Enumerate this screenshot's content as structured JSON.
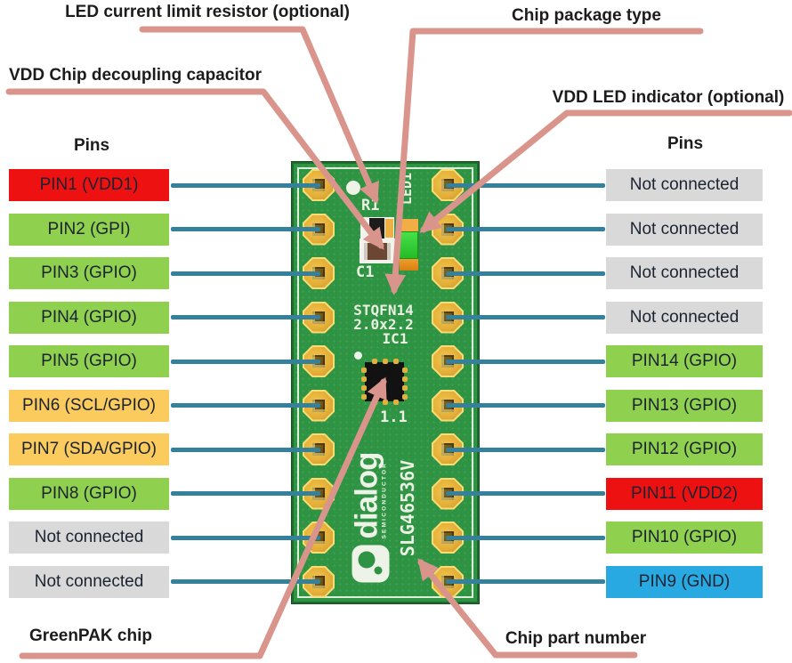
{
  "annotations": {
    "led_resistor": "LED current limit resistor (optional)",
    "chip_package": "Chip package type",
    "vdd_cap": "VDD Chip decoupling capacitor",
    "vdd_led": "VDD LED indicator (optional)",
    "greenpak_chip": "GreenPAK chip",
    "chip_part_number": "Chip part number"
  },
  "headers": {
    "left": "Pins",
    "right": "Pins"
  },
  "pins": {
    "left": [
      {
        "label": "PIN1 (VDD1)",
        "type": "power"
      },
      {
        "label": "PIN2 (GPI)",
        "type": "io"
      },
      {
        "label": "PIN3 (GPIO)",
        "type": "io"
      },
      {
        "label": "PIN4 (GPIO)",
        "type": "io"
      },
      {
        "label": "PIN5 (GPIO)",
        "type": "io"
      },
      {
        "label": "PIN6 (SCL/GPIO)",
        "type": "i2c"
      },
      {
        "label": "PIN7 (SDA/GPIO)",
        "type": "i2c"
      },
      {
        "label": "PIN8 (GPIO)",
        "type": "io"
      },
      {
        "label": "Not connected",
        "type": "nc"
      },
      {
        "label": "Not connected",
        "type": "nc"
      }
    ],
    "right": [
      {
        "label": "Not connected",
        "type": "nc"
      },
      {
        "label": "Not connected",
        "type": "nc"
      },
      {
        "label": "Not connected",
        "type": "nc"
      },
      {
        "label": "Not connected",
        "type": "nc"
      },
      {
        "label": "PIN14 (GPIO)",
        "type": "io"
      },
      {
        "label": "PIN13 (GPIO)",
        "type": "io"
      },
      {
        "label": "PIN12 (GPIO)",
        "type": "io"
      },
      {
        "label": "PIN11 (VDD2)",
        "type": "power"
      },
      {
        "label": "PIN10 (GPIO)",
        "type": "io"
      },
      {
        "label": "PIN9 (GND)",
        "type": "gnd"
      }
    ]
  },
  "board": {
    "silkscreen": {
      "r1": "R1",
      "c1": "C1",
      "led": "LED1",
      "package_line1": "STQFN14",
      "package_line2": "2.0x2.2",
      "ic": "IC1",
      "version": "1.1",
      "logo_word": "dialog",
      "logo_sub": "SEMICONDUCTOR",
      "part_number": "SLG46536V"
    }
  },
  "colors": {
    "pin_types": {
      "power": "#ee1111",
      "io": "#90d04f",
      "i2c": "#fbcb5d",
      "nc": "#d9d9d9",
      "gnd": "#29a9e1"
    },
    "connector_line": "#35809b",
    "callout_line": "#d9948c",
    "board_green": "#2e9342"
  }
}
